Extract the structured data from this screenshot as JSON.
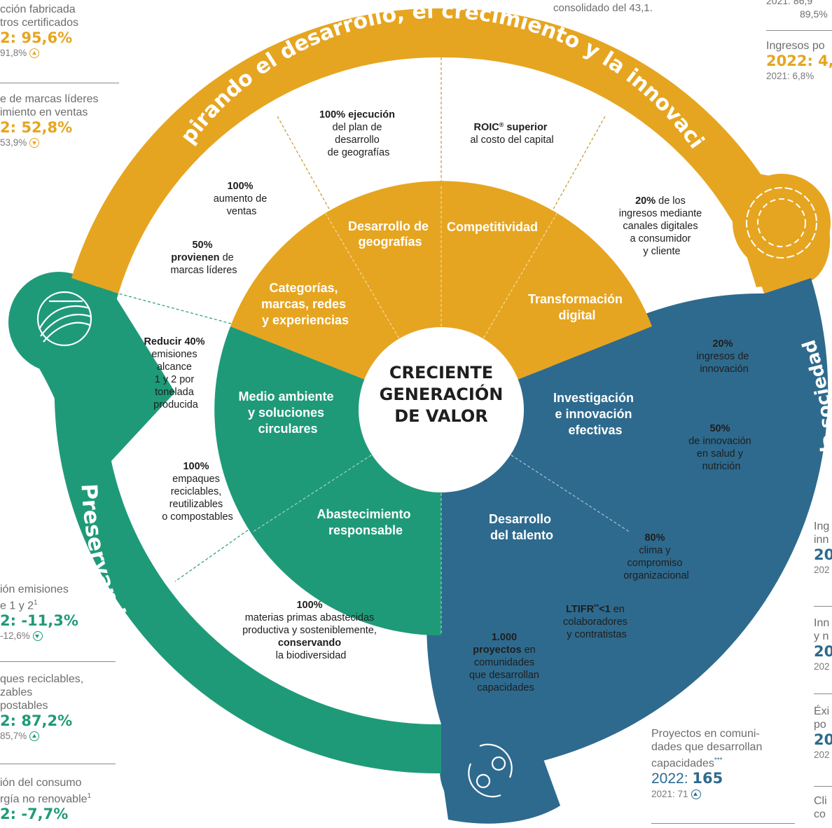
{
  "center": {
    "line1": "CRECIENTE",
    "line2": "GENERACIÓN",
    "line3": "DE VALOR"
  },
  "colors": {
    "gold": "#e6a520",
    "green": "#1f9a78",
    "blue": "#2e6a8e",
    "text": "#1e1e1e",
    "muted": "#6d6d6d"
  },
  "ring_titles": {
    "gold": "Inspirando el desarrollo, el crecimiento y la innovación",
    "green": "Preservando el planeta",
    "blue": "Cooperando con las personas, los aliados y la sociedad"
  },
  "inner_segments": {
    "geografias": [
      "Desarrollo de",
      "geografías"
    ],
    "competitividad": [
      "Competitividad"
    ],
    "categorias": [
      "Categorías,",
      "marcas, redes",
      "y experiencias"
    ],
    "transformacion": [
      "Transformación",
      "digital"
    ],
    "medio_ambiente": [
      "Medio ambiente",
      "y soluciones",
      "circulares"
    ],
    "investigacion": [
      "Investigación",
      "e innovación",
      "efectivas"
    ],
    "abastecimiento": [
      "Abastecimiento",
      "responsable"
    ],
    "talento": [
      "Desarrollo",
      "del talento"
    ]
  },
  "goals": {
    "ejecucion": {
      "bold": "100% ejecución",
      "rest": [
        "del plan de",
        "desarrollo",
        "de geografías"
      ]
    },
    "roic": {
      "bold": "ROIC",
      "sup": "®",
      "bold2": " superior",
      "rest": [
        "al costo del capital"
      ]
    },
    "aumento": {
      "bold": "100%",
      "rest": [
        "aumento de",
        "ventas"
      ]
    },
    "marcas": {
      "bold": "50%",
      "bold2": "provienen",
      "rest_inline": " de",
      "rest": [
        "marcas líderes"
      ]
    },
    "digital": {
      "bold": "20%",
      "rest_inline": " de los",
      "rest": [
        "ingresos mediante",
        "canales digitales",
        "a consumidor",
        "y cliente"
      ]
    },
    "reducir": {
      "bold": "Reducir 40%",
      "rest": [
        "emisiones",
        "alcance",
        "1 y 2 por",
        "tonelada",
        "producida"
      ]
    },
    "innovacion_ingresos": {
      "bold": "20%",
      "rest": [
        "ingresos de",
        "innovación"
      ]
    },
    "empaques": {
      "bold": "100%",
      "rest": [
        "empaques",
        "reciclables,",
        "reutilizables",
        "o compostables"
      ]
    },
    "salud": {
      "bold": "50%",
      "rest": [
        "de innovación",
        "en salud y",
        "nutrición"
      ]
    },
    "clima": {
      "bold": "80%",
      "rest": [
        "clima y",
        "compromiso",
        "organizacional"
      ]
    },
    "materias": {
      "bold": "100%",
      "rest": [
        "materias primas abastecidas",
        "productiva y sosteniblemente,"
      ],
      "bold2": "conservando",
      "rest2": "la biodiversidad"
    },
    "ltifr": {
      "bold": "LTIFR",
      "sup": "**",
      "bold2": "<1",
      "rest_inline": " en",
      "rest": [
        "colaboradores",
        "y contratistas"
      ]
    },
    "proyectos": {
      "bold": "1.000",
      "bold2": "proyectos",
      "rest_inline": " en",
      "rest": [
        "comunidades",
        "que desarrollan",
        "capacidades"
      ]
    }
  },
  "side_panels": {
    "top_left_1": {
      "lines": [
        "cción fabricada",
        "tros certificados"
      ],
      "year": "2",
      "value": ": 95,6%",
      "prev": "91,8%",
      "trend": "up"
    },
    "top_left_2": {
      "lines": [
        "e de marcas líderes",
        "imiento en ventas"
      ],
      "year": "2",
      "value": ": 52,8%",
      "prev": "53,9%",
      "trend": "down"
    },
    "top_center": {
      "lines": [
        "consolidado del 43,1."
      ]
    },
    "top_right_1": {
      "lines": [
        "2021: 86,9",
        "89,5%"
      ]
    },
    "top_right_2": {
      "lines": [
        "Ingresos po"
      ],
      "year": "2022: ",
      "value": "4,",
      "prev": "2021: 6,8%"
    },
    "bottom_left_1": {
      "lines": [
        "ión emisiones",
        "e 1 y 2"
      ],
      "sup": "1",
      "year": "2",
      "value": ": -11,3%",
      "prev": "-12,6%",
      "trend": "down"
    },
    "bottom_left_2": {
      "lines": [
        "ques reciclables,",
        "zables",
        "postables"
      ],
      "year": "2",
      "value": ": 87,2%",
      "prev": "85,7%",
      "trend": "up"
    },
    "bottom_left_3": {
      "lines": [
        "ión del consumo",
        "rgía no renovable"
      ],
      "sup": "1",
      "year": "2",
      "value": ": -7,7%"
    },
    "bottom_center": {
      "lines": [
        "Proyectos en comuni-",
        "dades que desarrollan",
        "capacidades"
      ],
      "sup": "***",
      "year": "2022: ",
      "value": "165",
      "prev": "2021: 71",
      "trend": "up"
    },
    "right_1": {
      "lines": [
        "Ing",
        "inn"
      ],
      "year": "20",
      "prev": "202"
    },
    "right_2": {
      "lines": [
        "Inn",
        "y n"
      ],
      "year": "20",
      "prev": "202"
    },
    "right_3": {
      "lines": [
        "Éxi",
        "po"
      ],
      "year": "20",
      "prev": "202"
    },
    "right_4": {
      "lines": [
        "Cli",
        "co"
      ]
    }
  }
}
